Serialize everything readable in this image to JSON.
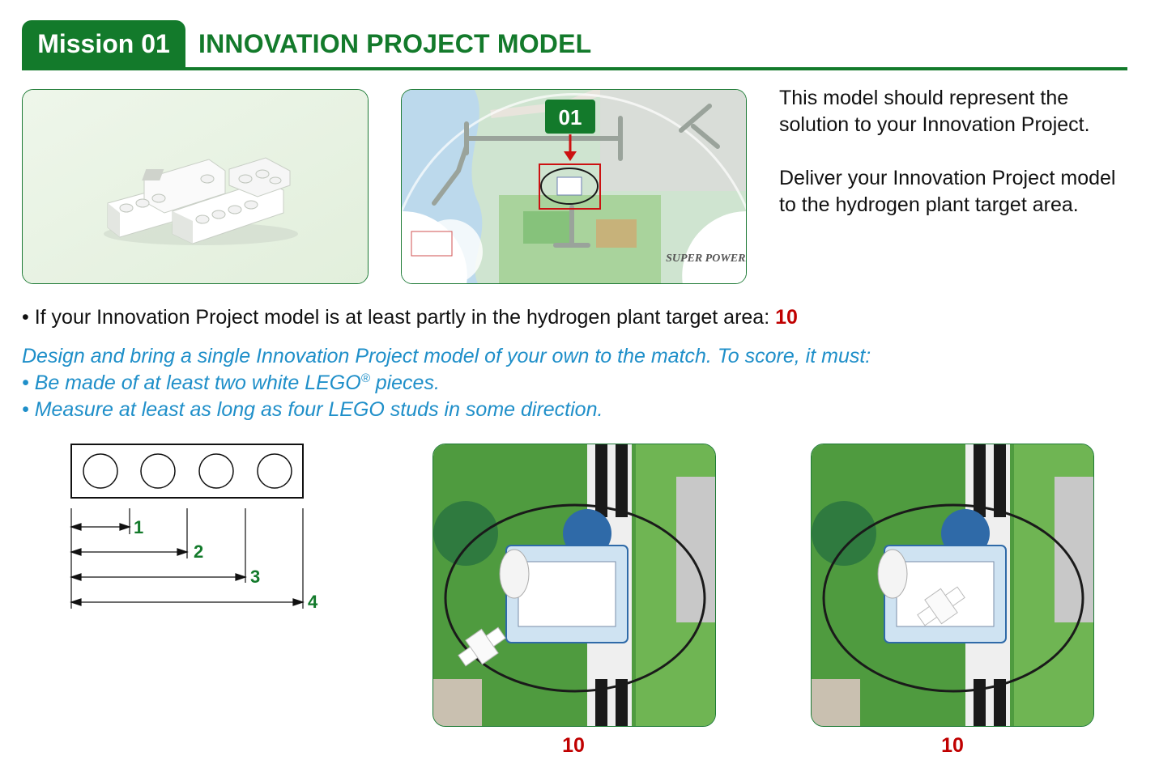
{
  "header": {
    "mission_label": "Mission 01",
    "title": "INNOVATION PROJECT MODEL"
  },
  "map": {
    "marker_label": "01",
    "logo_text": "SUPER POWERED"
  },
  "description": {
    "paragraph1": "This model should represent the solution to your Innovation Project.",
    "paragraph2": "Deliver your Innovation Project model to the hydrogen plant target area."
  },
  "scoring": {
    "line_text": "• If your Innovation Project model is at least partly in the hydrogen plant target area: ",
    "value": "10"
  },
  "requirements": {
    "intro": "Design and bring a single Innovation Project model of your own to the match. To score, it must:",
    "item1_before": "• Be made of at least two white LEGO",
    "item1_sup": "®",
    "item1_after": " pieces.",
    "item2": "• Measure at least as long as four LEGO studs in some direction."
  },
  "stud_diagram": {
    "labels": [
      "1",
      "2",
      "3",
      "4"
    ]
  },
  "photos": [
    {
      "score": "10"
    },
    {
      "score": "10"
    }
  ],
  "colors": {
    "brand_green": "#137a2b",
    "score_red": "#c00000",
    "requirement_blue": "#1f8fc9"
  }
}
